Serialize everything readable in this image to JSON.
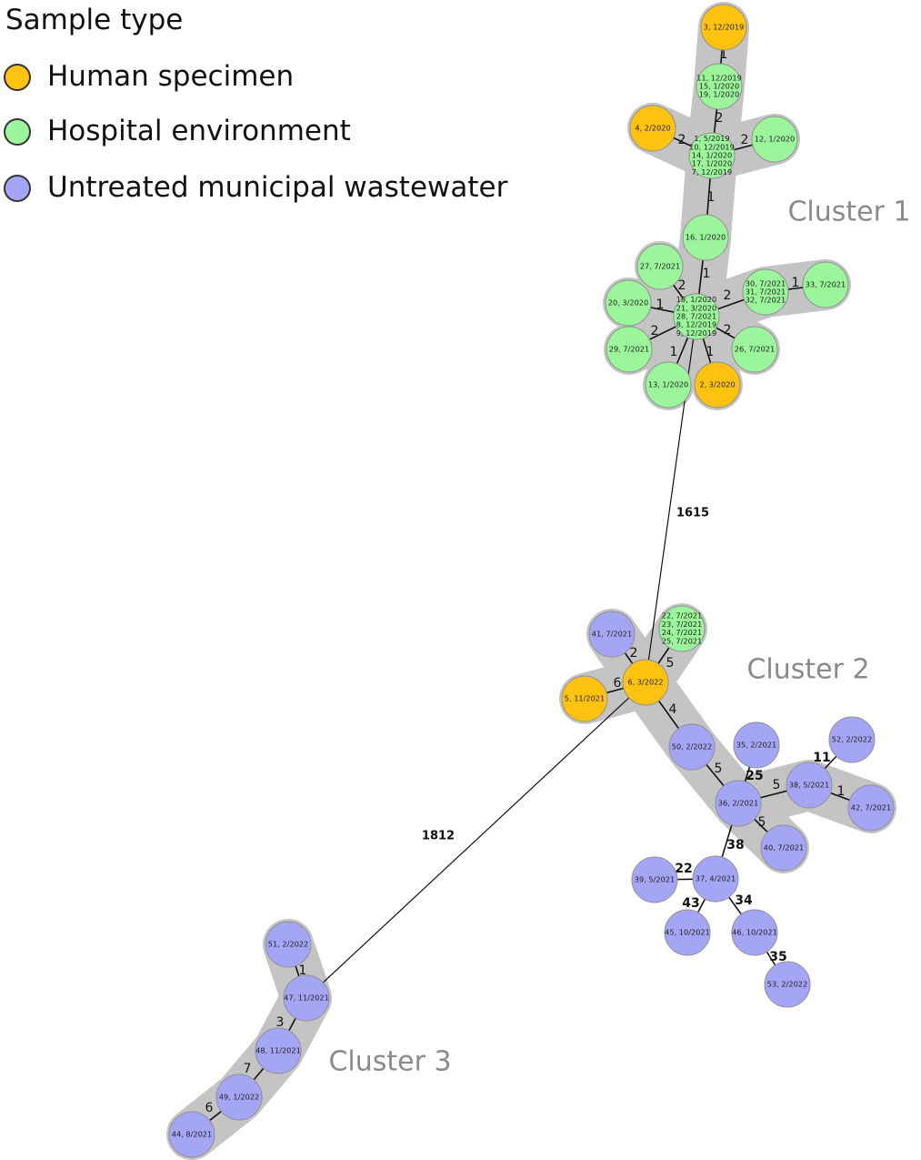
{
  "legend": {
    "title": "Sample type",
    "items": [
      {
        "label": "Human specimen",
        "color": "#FFC20E"
      },
      {
        "label": "Hospital environment",
        "color": "#9BF59B"
      },
      {
        "label": "Untreated municipal wastewater",
        "color": "#A5A5F5"
      }
    ]
  },
  "colors": {
    "human": "#FFC20E",
    "hospital": "#9BF59B",
    "wastewater": "#A5A5F5",
    "cluster": "#C4C4C4",
    "edge": "#111111",
    "node_border": "#8F8F8F",
    "cluster_label": "#8A8A8A"
  },
  "clusters": [
    {
      "label": "Cluster 1"
    },
    {
      "label": "Cluster 2"
    },
    {
      "label": "Cluster 3"
    }
  ],
  "nodes": [
    {
      "id": "n3",
      "type": "human",
      "lines": [
        "3, 12/2019"
      ]
    },
    {
      "id": "n11",
      "type": "hospital",
      "lines": [
        "11, 12/2019",
        "15, 1/2020",
        "19, 1/2020"
      ]
    },
    {
      "id": "n4",
      "type": "human",
      "lines": [
        "4, 2/2020"
      ]
    },
    {
      "id": "n1",
      "type": "hospital",
      "lines": [
        "1, 5/2019",
        "10, 12/2019",
        "14, 1/2020",
        "17, 1/2020",
        "7, 12/2019"
      ]
    },
    {
      "id": "n12",
      "type": "hospital",
      "lines": [
        "12, 1/2020"
      ]
    },
    {
      "id": "n16",
      "type": "hospital",
      "lines": [
        "16, 1/2020"
      ]
    },
    {
      "id": "n27",
      "type": "hospital",
      "lines": [
        "27, 7/2021"
      ]
    },
    {
      "id": "n18",
      "type": "hospital",
      "lines": [
        "18, 1/2020",
        "21, 3/2020",
        "28, 7/2021",
        "8, 12/2019",
        "9, 12/2019"
      ]
    },
    {
      "id": "n30",
      "type": "hospital",
      "lines": [
        "30, 7/2021",
        "31, 7/2021",
        "32, 7/2021"
      ]
    },
    {
      "id": "n33",
      "type": "hospital",
      "lines": [
        "33, 7/2021"
      ]
    },
    {
      "id": "n20",
      "type": "hospital",
      "lines": [
        "20, 3/2020"
      ]
    },
    {
      "id": "n29",
      "type": "hospital",
      "lines": [
        "29, 7/2021"
      ]
    },
    {
      "id": "n26",
      "type": "hospital",
      "lines": [
        "26, 7/2021"
      ]
    },
    {
      "id": "n13",
      "type": "hospital",
      "lines": [
        "13, 1/2020"
      ]
    },
    {
      "id": "n2",
      "type": "human",
      "lines": [
        "2, 3/2020"
      ]
    },
    {
      "id": "n41",
      "type": "wastewater",
      "lines": [
        "41, 7/2021"
      ]
    },
    {
      "id": "n22",
      "type": "hospital",
      "lines": [
        "22, 7/2021",
        "23, 7/2021",
        "24, 7/2021",
        "25, 7/2021"
      ]
    },
    {
      "id": "n6",
      "type": "human",
      "lines": [
        "6, 3/2022"
      ]
    },
    {
      "id": "n5",
      "type": "human",
      "lines": [
        "5, 11/2021"
      ]
    },
    {
      "id": "n50",
      "type": "wastewater",
      "lines": [
        "50, 2/2022"
      ]
    },
    {
      "id": "n35",
      "type": "wastewater",
      "lines": [
        "35, 2/2021"
      ]
    },
    {
      "id": "n52",
      "type": "wastewater",
      "lines": [
        "52, 2/2022"
      ]
    },
    {
      "id": "n36",
      "type": "wastewater",
      "lines": [
        "36, 2/2021"
      ]
    },
    {
      "id": "n38",
      "type": "wastewater",
      "lines": [
        "38, 5/2021"
      ]
    },
    {
      "id": "n42",
      "type": "wastewater",
      "lines": [
        "42, 7/2021"
      ]
    },
    {
      "id": "n40",
      "type": "wastewater",
      "lines": [
        "40, 7/2021"
      ]
    },
    {
      "id": "n37",
      "type": "wastewater",
      "lines": [
        "37, 4/2021"
      ]
    },
    {
      "id": "n39",
      "type": "wastewater",
      "lines": [
        "39, 5/2021"
      ]
    },
    {
      "id": "n45",
      "type": "wastewater",
      "lines": [
        "45, 10/2021"
      ]
    },
    {
      "id": "n46",
      "type": "wastewater",
      "lines": [
        "46, 10/2021"
      ]
    },
    {
      "id": "n53",
      "type": "wastewater",
      "lines": [
        "53, 2/2022"
      ]
    },
    {
      "id": "n51",
      "type": "wastewater",
      "lines": [
        "51, 2/2022"
      ]
    },
    {
      "id": "n47",
      "type": "wastewater",
      "lines": [
        "47, 11/2021"
      ]
    },
    {
      "id": "n48",
      "type": "wastewater",
      "lines": [
        "48, 11/2021"
      ]
    },
    {
      "id": "n49",
      "type": "wastewater",
      "lines": [
        "49, 1/2022"
      ]
    },
    {
      "id": "n44",
      "type": "wastewater",
      "lines": [
        "44, 8/2021"
      ]
    }
  ],
  "edges": [
    {
      "from": "n3",
      "to": "n11",
      "label": "1"
    },
    {
      "from": "n11",
      "to": "n1",
      "label": "2"
    },
    {
      "from": "n4",
      "to": "n1",
      "label": "2"
    },
    {
      "from": "n1",
      "to": "n12",
      "label": "2"
    },
    {
      "from": "n1",
      "to": "n16",
      "label": "1"
    },
    {
      "from": "n16",
      "to": "n18",
      "label": "1"
    },
    {
      "from": "n27",
      "to": "n18",
      "label": "2"
    },
    {
      "from": "n18",
      "to": "n30",
      "label": "2"
    },
    {
      "from": "n30",
      "to": "n33",
      "label": "1"
    },
    {
      "from": "n20",
      "to": "n18",
      "label": "1"
    },
    {
      "from": "n29",
      "to": "n18",
      "label": "2"
    },
    {
      "from": "n18",
      "to": "n26",
      "label": "2"
    },
    {
      "from": "n18",
      "to": "n13",
      "label": "1"
    },
    {
      "from": "n18",
      "to": "n2",
      "label": "1"
    },
    {
      "from": "n18",
      "to": "n6",
      "label": "1615"
    },
    {
      "from": "n41",
      "to": "n6",
      "label": "2"
    },
    {
      "from": "n22",
      "to": "n6",
      "label": "5"
    },
    {
      "from": "n5",
      "to": "n6",
      "label": "6"
    },
    {
      "from": "n6",
      "to": "n50",
      "label": "4"
    },
    {
      "from": "n50",
      "to": "n36",
      "label": "5"
    },
    {
      "from": "n35",
      "to": "n36",
      "label": "25"
    },
    {
      "from": "n36",
      "to": "n38",
      "label": "5"
    },
    {
      "from": "n52",
      "to": "n38",
      "label": "11"
    },
    {
      "from": "n38",
      "to": "n42",
      "label": "1"
    },
    {
      "from": "n36",
      "to": "n40",
      "label": "5"
    },
    {
      "from": "n36",
      "to": "n37",
      "label": "38"
    },
    {
      "from": "n39",
      "to": "n37",
      "label": "22"
    },
    {
      "from": "n37",
      "to": "n45",
      "label": "43"
    },
    {
      "from": "n37",
      "to": "n46",
      "label": "34"
    },
    {
      "from": "n46",
      "to": "n53",
      "label": "35"
    },
    {
      "from": "n6",
      "to": "n47",
      "label": "1812"
    },
    {
      "from": "n51",
      "to": "n47",
      "label": "1"
    },
    {
      "from": "n47",
      "to": "n48",
      "label": "3"
    },
    {
      "from": "n48",
      "to": "n49",
      "label": "7"
    },
    {
      "from": "n49",
      "to": "n44",
      "label": "6"
    }
  ]
}
